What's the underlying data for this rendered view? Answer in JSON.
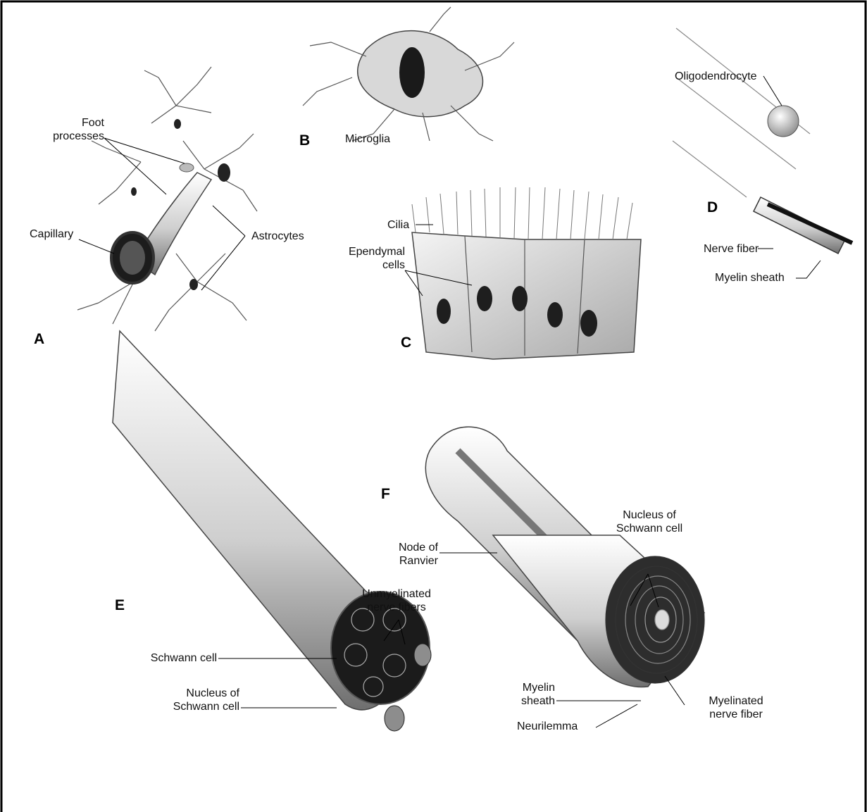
{
  "panels": {
    "a": "A",
    "b": "B",
    "c": "C",
    "d": "D",
    "e": "E",
    "f": "F"
  },
  "labels": {
    "foot_processes": [
      "Foot",
      "processes"
    ],
    "capillary": "Capillary",
    "astrocytes": "Astrocytes",
    "microglia": "Microglia",
    "cilia": "Cilia",
    "ependymal_cells": [
      "Ependymal",
      "cells"
    ],
    "oligodendrocyte": "Oligodendrocyte",
    "nerve_fiber": "Nerve fiber",
    "myelin_sheath_d": "Myelin sheath",
    "node_of_ranvier": [
      "Node of",
      "Ranvier"
    ],
    "nucleus_schwann_f": [
      "Nucleus of",
      "Schwann cell"
    ],
    "unmyelinated_fibers": [
      "Unmyelinated",
      "nerve fibers"
    ],
    "schwann_cell": "Schwann cell",
    "nucleus_schwann_e": [
      "Nucleus of",
      "Schwann cell"
    ],
    "myelin_sheath_f": [
      "Myelin",
      "sheath"
    ],
    "neurilemma": "Neurilemma",
    "myelinated_fiber": [
      "Myelinated",
      "nerve fiber"
    ]
  }
}
